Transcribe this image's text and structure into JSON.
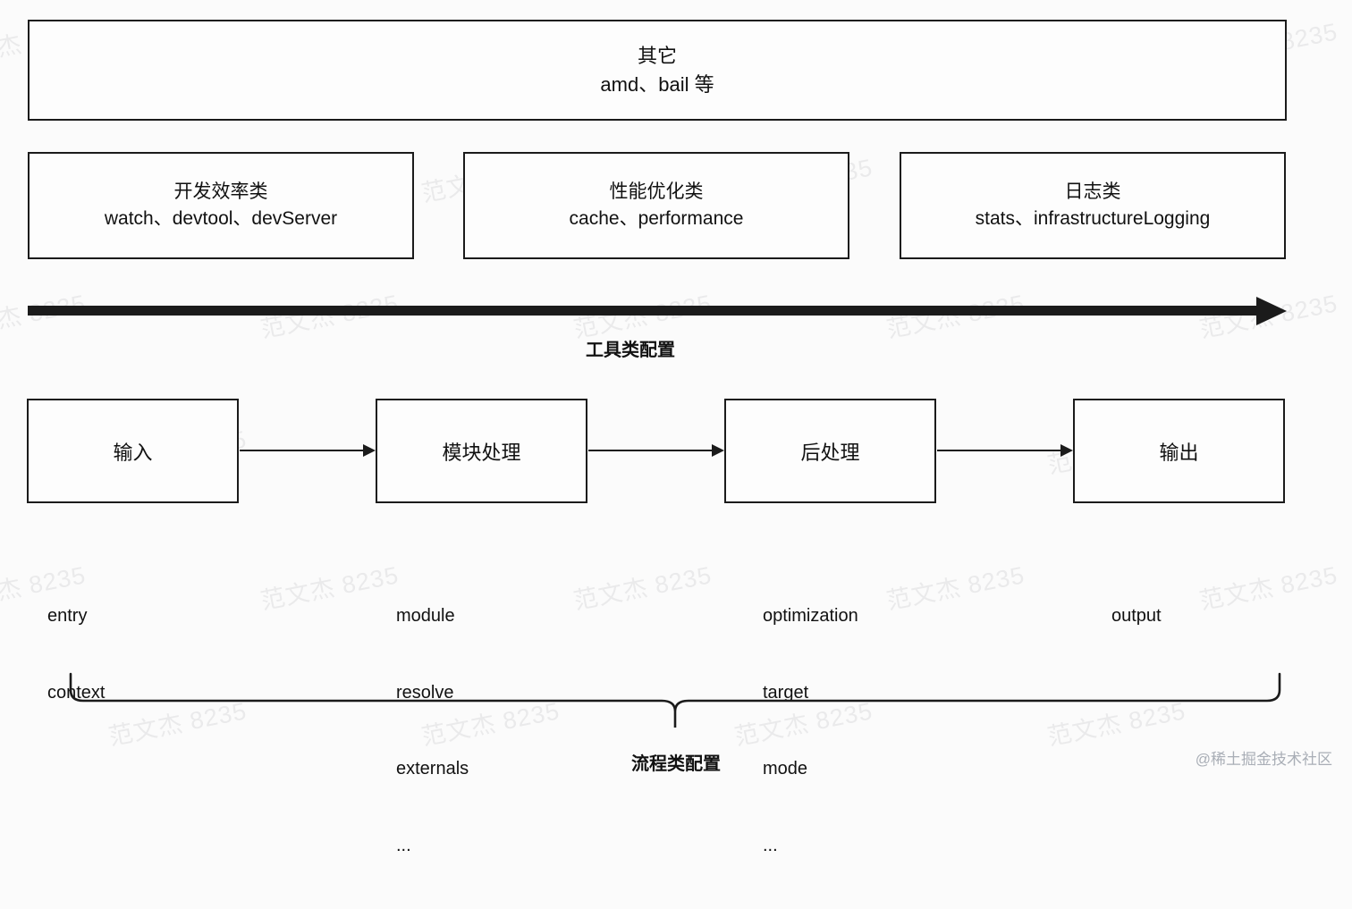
{
  "watermark": {
    "tile_text": "范文杰 8235",
    "site_credit": "@稀土掘金技术社区"
  },
  "top_section": {
    "other_box": {
      "title": "其它",
      "items": "amd、bail 等"
    },
    "category_boxes": [
      {
        "title": "开发效率类",
        "items": "watch、devtool、devServer"
      },
      {
        "title": "性能优化类",
        "items": "cache、performance"
      },
      {
        "title": "日志类",
        "items": "stats、infrastructureLogging"
      }
    ],
    "arrow_label": "工具类配置"
  },
  "flow_section": {
    "stages": [
      {
        "label": "输入",
        "options": [
          "entry",
          "context"
        ]
      },
      {
        "label": "模块处理",
        "options": [
          "module",
          "resolve",
          "externals",
          "..."
        ]
      },
      {
        "label": "后处理",
        "options": [
          "optimization",
          "target",
          "mode",
          "..."
        ]
      },
      {
        "label": "输出",
        "options": [
          "output"
        ]
      }
    ],
    "brace_label": "流程类配置"
  },
  "colors": {
    "background": "#fbfbfb",
    "stroke": "#1b1b1b",
    "box_fill": "#fdfdfd",
    "text": "#111111",
    "watermark": "rgba(120,125,135,0.13)",
    "site_credit": "#a9aeb6"
  }
}
